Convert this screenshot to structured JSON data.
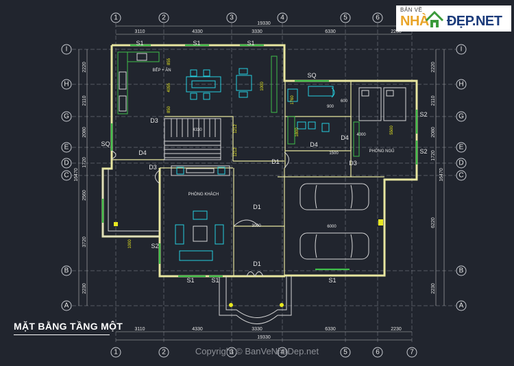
{
  "title": "MẶT BẰNG TẦNG MỘT",
  "logo": {
    "top_text": "BẢN VẼ",
    "brand_a": "NHÀ",
    "brand_b": "ĐẸP.NET"
  },
  "copyright": "Copyright © BanVeNhaDep.net",
  "grid_columns": [
    "1",
    "2",
    "3",
    "4",
    "5",
    "6",
    "7"
  ],
  "grid_rows": [
    "I",
    "H",
    "G",
    "E",
    "D",
    "C",
    "B",
    "A"
  ],
  "dims_top": [
    "3110",
    "4330",
    "3330",
    "6330",
    "2230"
  ],
  "dims_top_total": "19330",
  "dims_bottom": [
    "3110",
    "4330",
    "3330",
    "6330",
    "2230"
  ],
  "dims_bottom_total": "19330",
  "dims_left": [
    "2220",
    "2110",
    "2080",
    "1720",
    "2560",
    "3720",
    "2230"
  ],
  "dims_left_total": "16470",
  "dims_right": [
    "2220",
    "2110",
    "2080",
    "1720",
    "6220",
    "2230"
  ],
  "dims_right_total": "16470",
  "rooms": {
    "kitchen": "BẾP + ĂN",
    "living": "PHÒNG KHÁCH",
    "bedroom": "PHÒNG NGỦ",
    "garage_dim": "6000"
  },
  "labels": {
    "s1": "S1",
    "s2": "S2",
    "sq": "SQ",
    "d1": "D1",
    "d3": "D3",
    "d4": "D4",
    "stair": "4330",
    "d_3000": "3000",
    "d_1000": "1000",
    "d_4000": "4000",
    "d_5500": "5500",
    "d_1500": "1500",
    "d_900": "900",
    "d_600": "600",
    "d_1760": "1760",
    "d_1800": "1800",
    "d_1212": "1212",
    "d_1000b": "1000",
    "d_855": "855",
    "d_4055": "4055",
    "d_850": "850",
    "d_1212b": "1212"
  }
}
